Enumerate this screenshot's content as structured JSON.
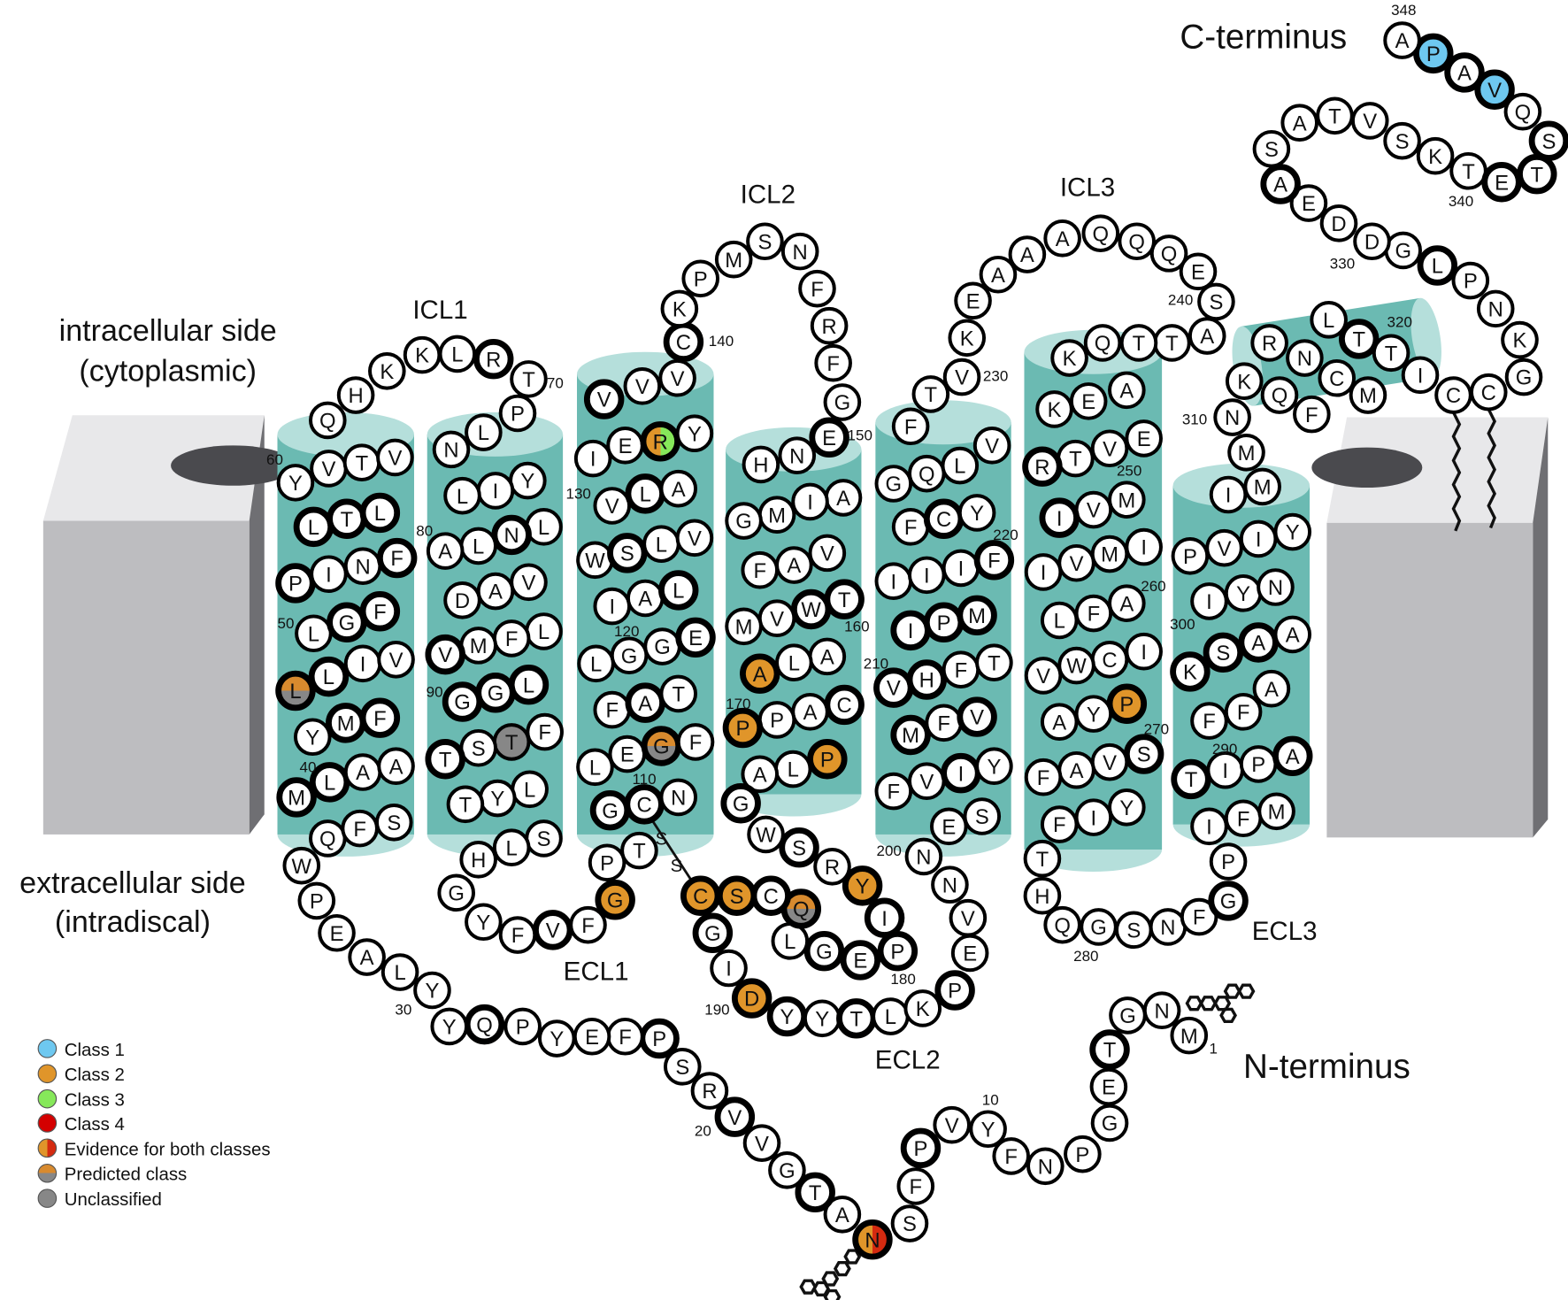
{
  "labels": {
    "c_terminus": "C-terminus",
    "n_terminus": "N-terminus",
    "icl1": "ICL1",
    "icl2": "ICL2",
    "icl3": "ICL3",
    "ecl1": "ECL1",
    "ecl2": "ECL2",
    "ecl3": "ECL3",
    "intracellular_1": "intracellular side",
    "intracellular_2": "(cytoplasmic)",
    "extracellular_1": "extracellular side",
    "extracellular_2": "(intradiscal)",
    "disulfide_s1": "S",
    "disulfide_s2": "S"
  },
  "residue_numbers": [
    "1",
    "10",
    "20",
    "30",
    "40",
    "50",
    "60",
    "70",
    "80",
    "90",
    "110",
    "120",
    "130",
    "140",
    "150",
    "160",
    "170",
    "180",
    "190",
    "200",
    "210",
    "220",
    "230",
    "240",
    "250",
    "260",
    "270",
    "280",
    "290",
    "300",
    "310",
    "320",
    "330",
    "340",
    "348"
  ],
  "sequence": "MNGTEGPNFYVPFSNATGVVRSPFEYPQYYLAEPWQFSMLAAYMFLLIVLGFPINFLTLYVTVQHKKLRTPLNYILLNLAVADLFMVLGGFTSTLYTSLHGYFVFGPTGCNLEGFFATLGGEIALWSLVVLAIERYVVVCKPMSNFRFGENHAIMGVAFTWVMALACAPPPLAGWSRYIPEGLQCSCGIDYYTLKPEVNNESFVIYMFVVHFTIPMIIIFFCYGQLVFTVKEAAAQQQESATTQKAEKEVTRMVIIMVIAFLICWVPYASVAFYIFTHQGSNFGPIFMTIPAFFAKSAAIYNPVIYIMMNKQFRNCMLTTICCGKNPLGDDEASATVSKTETSQVAPA",
  "residue_classes": {
    "class1": [
      345,
      347
    ],
    "class2": [
      106,
      166,
      170,
      171,
      178,
      186,
      187,
      190,
      267
    ],
    "both_2_4": [
      15
    ],
    "both_2_3": [
      135
    ],
    "predicted": [
      46,
      114,
      184
    ],
    "unclassified": [
      92
    ]
  },
  "bold_residues": [
    4,
    12,
    15,
    17,
    20,
    23,
    28,
    39,
    40,
    44,
    45,
    46,
    47,
    51,
    52,
    53,
    56,
    57,
    58,
    59,
    69,
    78,
    87,
    88,
    89,
    90,
    94,
    104,
    106,
    109,
    110,
    114,
    117,
    122,
    125,
    127,
    131,
    135,
    137,
    140,
    150,
    160,
    161,
    166,
    167,
    170,
    171,
    174,
    176,
    178,
    179,
    180,
    181,
    182,
    184,
    185,
    186,
    187,
    188,
    190,
    191,
    193,
    196,
    205,
    207,
    209,
    210,
    211,
    214,
    215,
    216,
    220,
    222,
    252,
    255,
    267,
    270,
    284,
    289,
    292,
    296,
    297,
    298,
    319,
    328,
    333,
    341,
    342,
    343,
    345,
    346,
    347
  ],
  "red_outline_residues": [
    23
  ],
  "colors": {
    "class1": "#6ec8f0",
    "class2": "#e0952a",
    "class3": "#86e85a",
    "class4": "#d40000",
    "unclassified": "#878787",
    "helix": "#6bbab2",
    "helix_cap": "#b5dfdb"
  },
  "legend": [
    {
      "label": "Class 1",
      "key": "class1"
    },
    {
      "label": "Class 2",
      "key": "class2"
    },
    {
      "label": "Class 3",
      "key": "class3"
    },
    {
      "label": "Class 4",
      "key": "class4"
    },
    {
      "label": "Evidence for both classes",
      "key": "both_2_4"
    },
    {
      "label": "Predicted class",
      "key": "predicted"
    },
    {
      "label": "Unclassified",
      "key": "unclassified"
    }
  ]
}
